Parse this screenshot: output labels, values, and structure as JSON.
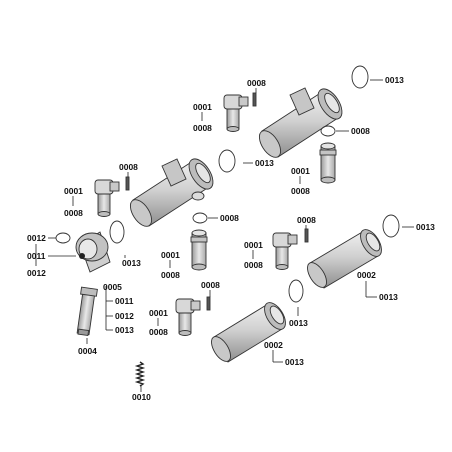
{
  "labels": [
    {
      "text": "0008"
    },
    {
      "text": "0001"
    },
    {
      "text": "0008"
    },
    {
      "text": "0013"
    },
    {
      "text": "0008"
    },
    {
      "text": "0001"
    },
    {
      "text": "0008"
    },
    {
      "text": "0013"
    },
    {
      "text": "0008"
    },
    {
      "text": "0001"
    },
    {
      "text": "0008"
    },
    {
      "text": "0008"
    },
    {
      "text": "0001"
    },
    {
      "text": "0008"
    },
    {
      "text": "0012"
    },
    {
      "text": "0011"
    },
    {
      "text": "0012"
    },
    {
      "text": "0013"
    },
    {
      "text": "0008"
    },
    {
      "text": "0001"
    },
    {
      "text": "0008"
    },
    {
      "text": "0013"
    },
    {
      "text": "0002"
    },
    {
      "text": "0013"
    },
    {
      "text": "0005"
    },
    {
      "text": "0011"
    },
    {
      "text": "0012"
    },
    {
      "text": "0013"
    },
    {
      "text": "0004"
    },
    {
      "text": "0008"
    },
    {
      "text": "0001"
    },
    {
      "text": "0008"
    },
    {
      "text": "0013"
    },
    {
      "text": "0002"
    },
    {
      "text": "0013"
    },
    {
      "text": "0010"
    }
  ],
  "colors": {
    "part_fill": "#d4d4d4",
    "part_dark": "#9a9a9a",
    "part_light": "#ececec",
    "line": "#222222"
  }
}
